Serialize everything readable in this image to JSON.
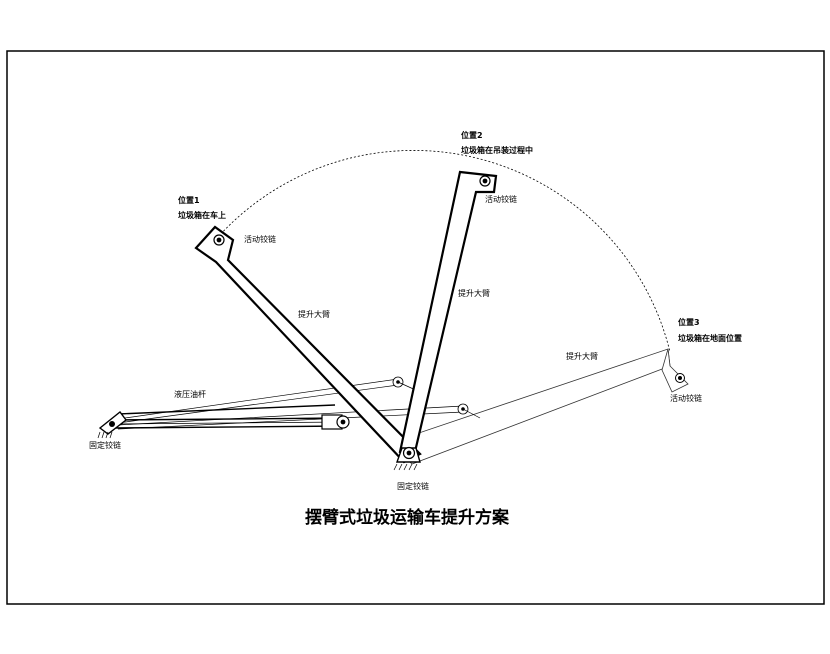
{
  "title": "摆臂式垃圾运输车提升方案",
  "positions": {
    "pos1": {
      "name": "位置1",
      "desc": "垃圾箱在车上"
    },
    "pos2": {
      "name": "位置2",
      "desc": "垃圾箱在吊装过程中"
    },
    "pos3": {
      "name": "位置3",
      "desc": "垃圾箱在地面位置"
    }
  },
  "labels": {
    "movable_hinge": "活动铰链",
    "fixed_hinge": "固定铰链",
    "lift_arm": "提升大臂",
    "hydraulic_cylinder": "液压油杆"
  }
}
